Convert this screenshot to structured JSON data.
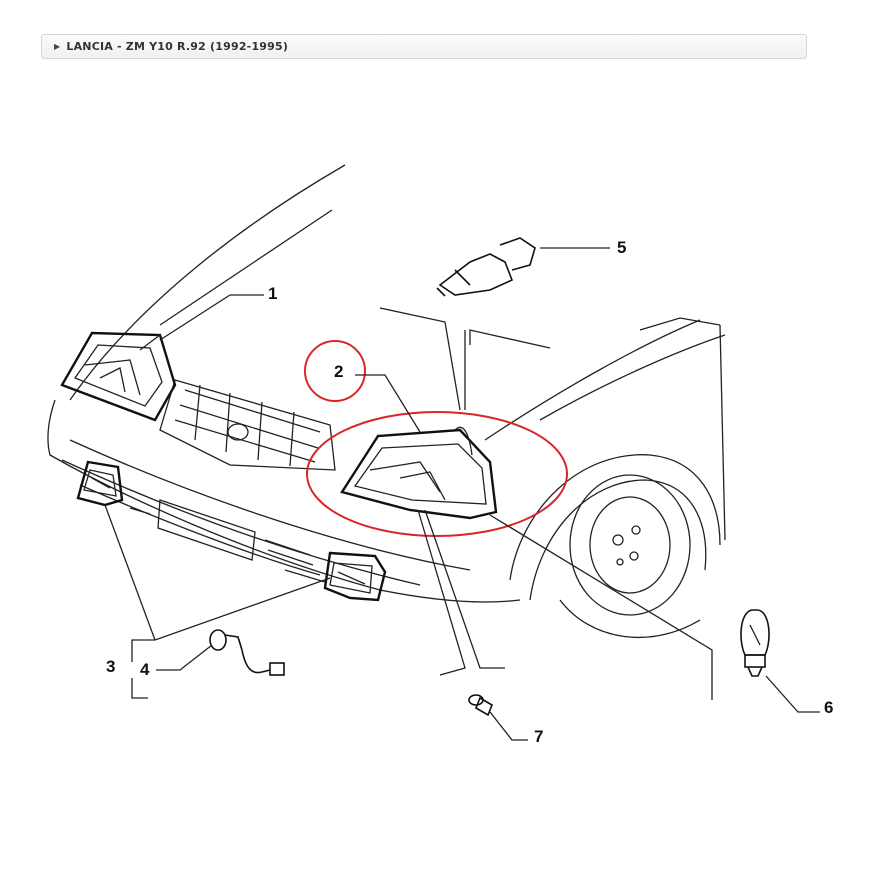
{
  "breadcrumb": {
    "label": "LANCIA - ZM Y10 R.92 (1992-1995)"
  },
  "diagram": {
    "callouts": [
      "1",
      "2",
      "3",
      "4",
      "5",
      "6",
      "7"
    ],
    "highlight_color": "#d9262b"
  }
}
